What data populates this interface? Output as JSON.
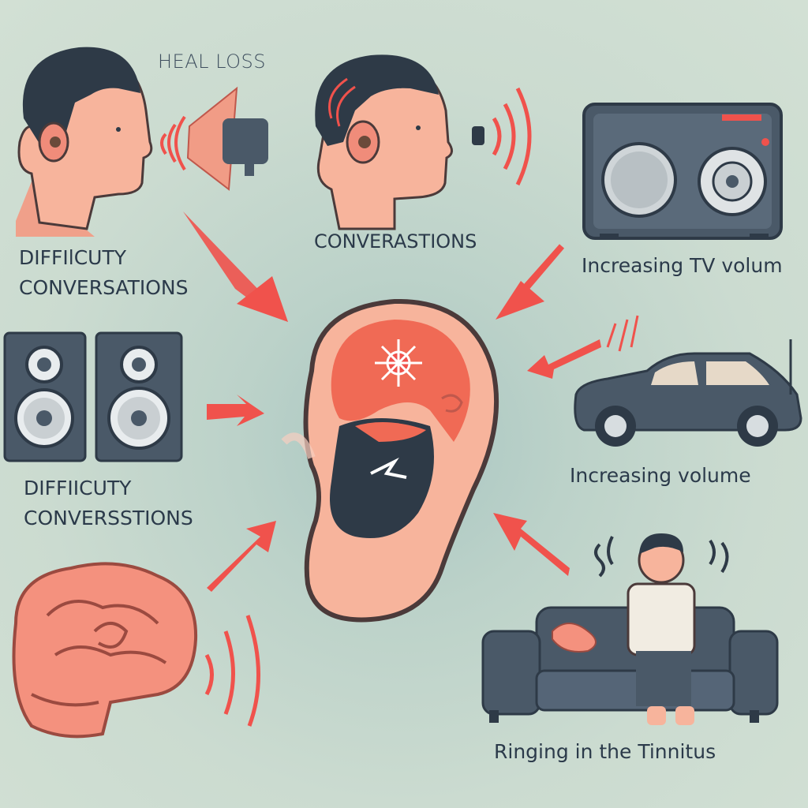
{
  "title": "HEAL LOSS",
  "labels": {
    "top_left_line1": "DIFFIlCUTY",
    "top_left_line2": "CONVERSATIONS",
    "top_center": "CONVERASTIONS",
    "top_right": "Increasing TV volum",
    "mid_left_line1": "DIFFIICUTY",
    "mid_left_line2": "CONVERSSTIONS",
    "mid_right": "Increasing volume",
    "bottom_right": "Ringing in the Tinnitus"
  },
  "colors": {
    "background": "#cbdbd0",
    "arrow": "#f0524c",
    "skin": "#f7b49c",
    "hair": "#2e3a47",
    "device": "#4a5968",
    "text": "#2b3a4a"
  },
  "icons": [
    "man-profile-icon",
    "megaphone-icon",
    "radio-icon",
    "speaker-icon",
    "ear-icon",
    "car-icon",
    "brain-icon",
    "couch-icon",
    "person-icon",
    "sound-wave-icon"
  ]
}
